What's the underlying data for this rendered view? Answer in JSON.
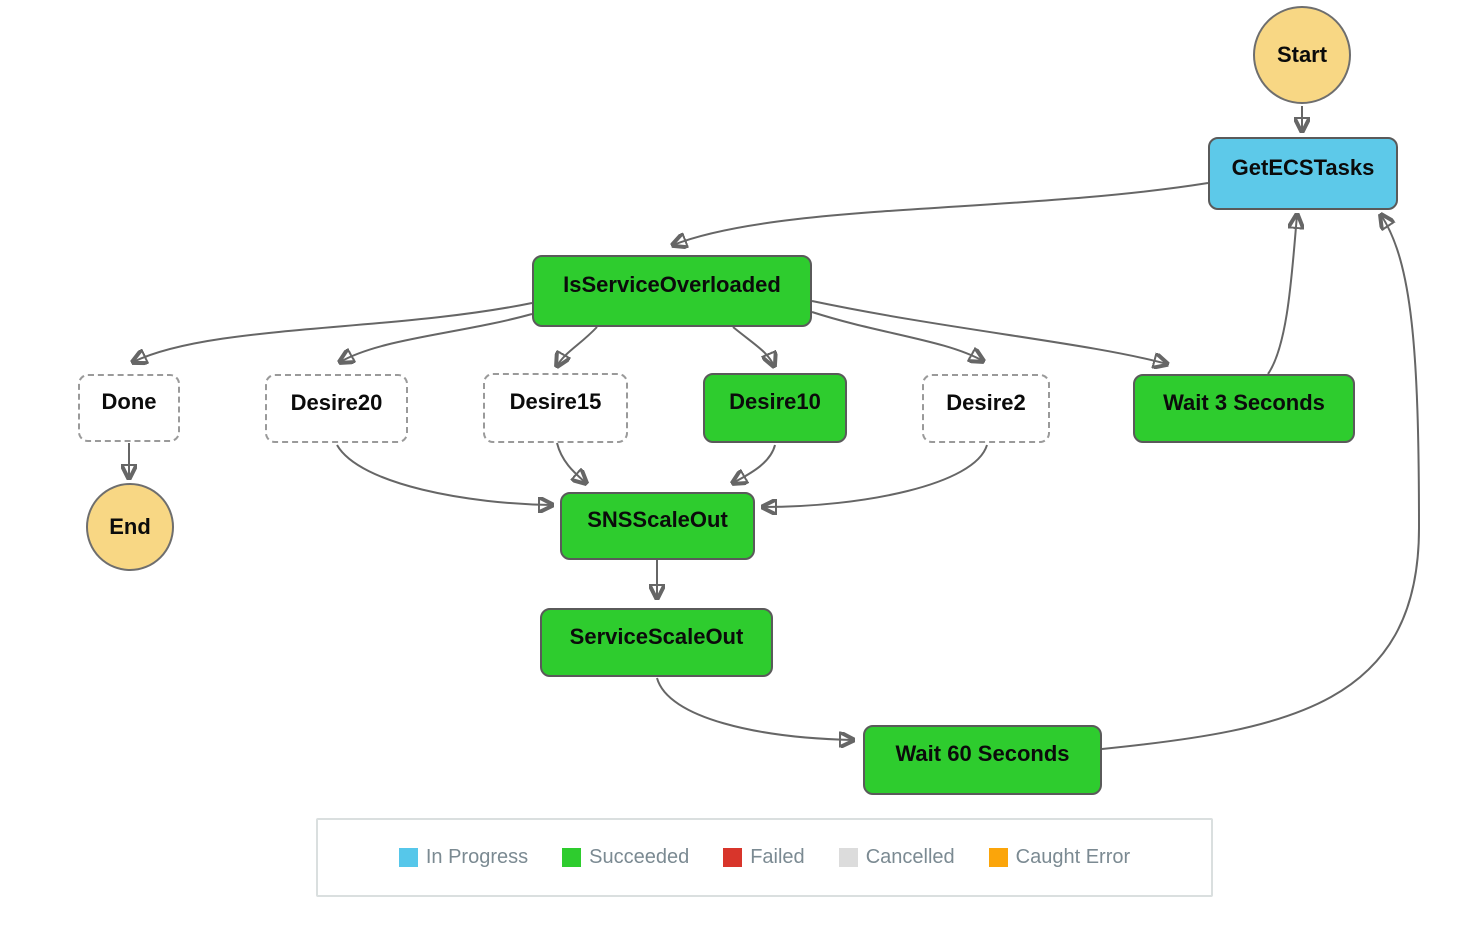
{
  "workflow": {
    "nodes": {
      "start": {
        "label": "Start",
        "status": "start",
        "shape": "circle"
      },
      "getecstasks": {
        "label": "GetECSTasks",
        "status": "in-progress",
        "shape": "box"
      },
      "isserviceoverloaded": {
        "label": "IsServiceOverloaded",
        "status": "succeeded",
        "shape": "box"
      },
      "done": {
        "label": "Done",
        "status": "not-executed",
        "shape": "dashed-box"
      },
      "desire20": {
        "label": "Desire20",
        "status": "not-executed",
        "shape": "dashed-box"
      },
      "desire15": {
        "label": "Desire15",
        "status": "not-executed",
        "shape": "dashed-box"
      },
      "desire10": {
        "label": "Desire10",
        "status": "succeeded",
        "shape": "box"
      },
      "desire2": {
        "label": "Desire2",
        "status": "not-executed",
        "shape": "dashed-box"
      },
      "wait3": {
        "label": "Wait 3 Seconds",
        "status": "succeeded",
        "shape": "box"
      },
      "end": {
        "label": "End",
        "status": "end",
        "shape": "circle"
      },
      "snsscaleout": {
        "label": "SNSScaleOut",
        "status": "succeeded",
        "shape": "box"
      },
      "servicescaleout": {
        "label": "ServiceScaleOut",
        "status": "succeeded",
        "shape": "box"
      },
      "wait60": {
        "label": "Wait 60 Seconds",
        "status": "succeeded",
        "shape": "box"
      }
    },
    "edges": [
      {
        "from": "Start",
        "to": "GetECSTasks"
      },
      {
        "from": "GetECSTasks",
        "to": "IsServiceOverloaded"
      },
      {
        "from": "IsServiceOverloaded",
        "to": "Done"
      },
      {
        "from": "IsServiceOverloaded",
        "to": "Desire20"
      },
      {
        "from": "IsServiceOverloaded",
        "to": "Desire15"
      },
      {
        "from": "IsServiceOverloaded",
        "to": "Desire10"
      },
      {
        "from": "IsServiceOverloaded",
        "to": "Desire2"
      },
      {
        "from": "IsServiceOverloaded",
        "to": "Wait 3 Seconds"
      },
      {
        "from": "Wait 3 Seconds",
        "to": "GetECSTasks"
      },
      {
        "from": "Done",
        "to": "End"
      },
      {
        "from": "Desire20",
        "to": "SNSScaleOut"
      },
      {
        "from": "Desire15",
        "to": "SNSScaleOut"
      },
      {
        "from": "Desire10",
        "to": "SNSScaleOut"
      },
      {
        "from": "Desire2",
        "to": "SNSScaleOut"
      },
      {
        "from": "SNSScaleOut",
        "to": "ServiceScaleOut"
      },
      {
        "from": "ServiceScaleOut",
        "to": "Wait 60 Seconds"
      },
      {
        "from": "Wait 60 Seconds",
        "to": "GetECSTasks"
      }
    ]
  },
  "legend": {
    "items": [
      {
        "label": "In Progress",
        "color": "#56C7EA"
      },
      {
        "label": "Succeeded",
        "color": "#2ECC2E"
      },
      {
        "label": "Failed",
        "color": "#D8352B"
      },
      {
        "label": "Cancelled",
        "color": "#DCDCDC"
      },
      {
        "label": "Caught Error",
        "color": "#FBA50A"
      }
    ]
  },
  "colors": {
    "start_end_fill": "#F8D784",
    "in_progress_fill": "#5DC9E9",
    "succeeded_fill": "#2ECC2E",
    "dashed_border": "#9a9a9a",
    "edge_stroke": "#666666",
    "legend_text": "#7b8a92"
  }
}
